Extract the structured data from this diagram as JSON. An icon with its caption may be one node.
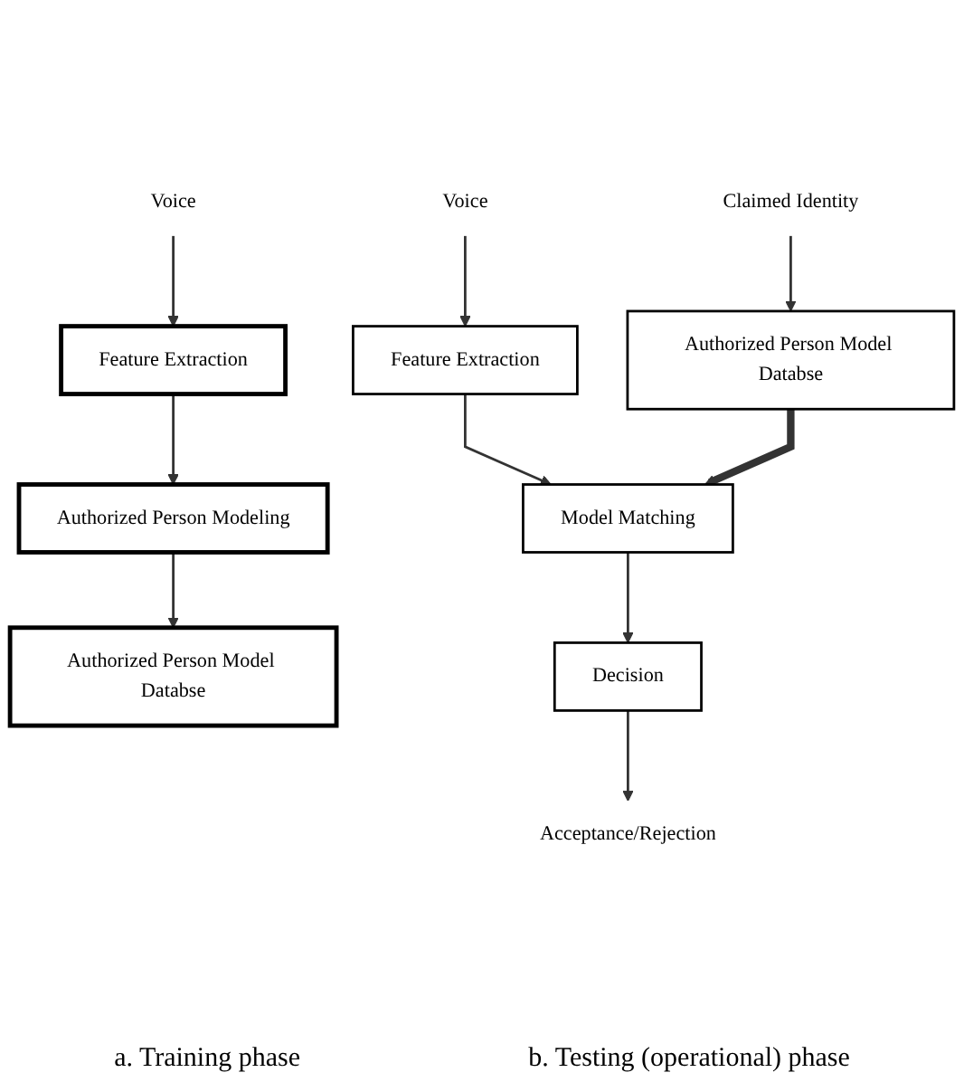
{
  "diagram": {
    "nodes": [
      {
        "text": [
          "Voice"
        ]
      },
      {
        "text": [
          "Feature Extraction"
        ]
      },
      {
        "text": [
          "Authorized Person Modeling"
        ]
      },
      {
        "text": [
          "Authorized Person Model Databse"
        ]
      },
      {
        "text": [
          "Voice"
        ]
      },
      {
        "text": [
          "Claimed Identity"
        ]
      },
      {
        "text": [
          "Feature Extraction"
        ]
      },
      {
        "text": [
          "Model Matching"
        ]
      },
      {
        "text": [
          "Authorized Person Model Databse"
        ]
      },
      {
        "text": [
          "Decision"
        ]
      },
      {
        "text": [
          "Acceptance/Rejection"
        ]
      }
    ],
    "edges": [
      {
        "from": 0,
        "to": 1,
        "arrow": "to"
      },
      {
        "from": 1,
        "to": 2,
        "arrow": "to"
      },
      {
        "from": 2,
        "to": 3,
        "arrow": "to"
      },
      {
        "from": 4,
        "to": 6,
        "arrow": "to"
      },
      {
        "from": 6,
        "to": 7,
        "arrow": "to"
      },
      {
        "from": 5,
        "to": 8,
        "arrow": "to"
      },
      {
        "from": 8,
        "to": 7,
        "arrow": "to",
        "style": "thick"
      },
      {
        "from": 7,
        "to": 9,
        "arrow": "to"
      },
      {
        "from": 9,
        "to": 10,
        "arrow": "to"
      }
    ],
    "labels": [
      "a. Training phase",
      "b. Testing (operational) phase"
    ]
  }
}
